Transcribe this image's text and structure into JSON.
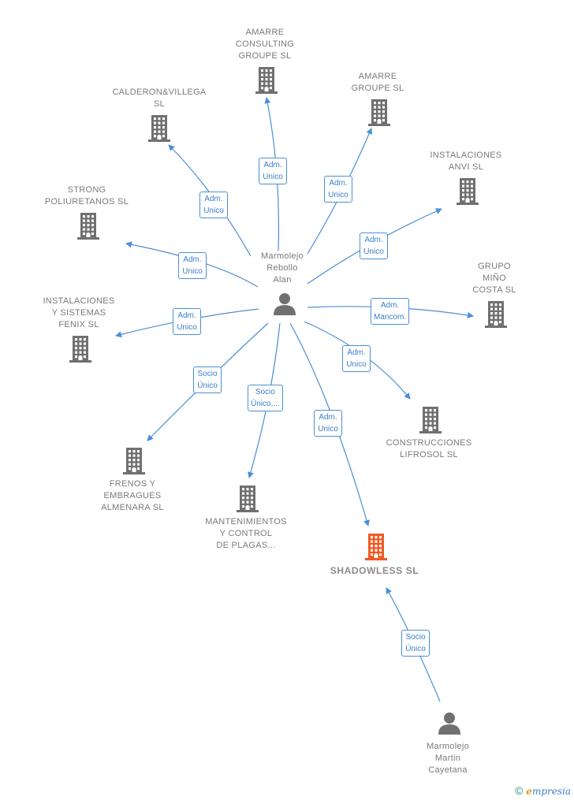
{
  "colors": {
    "edge": "#4a8fd6",
    "icon": "#707070",
    "focus_icon": "#f15a24"
  },
  "nodes": [
    {
      "id": "alan",
      "kind": "person",
      "label": "Marmolejo\nRebollo\nAlan"
    },
    {
      "id": "cayetana",
      "kind": "person",
      "label": "Marmolejo\nMartin\nCayetana"
    },
    {
      "id": "shadowless",
      "kind": "company-focus",
      "label": "SHADOWLESS SL"
    },
    {
      "id": "amarre_consulting",
      "kind": "company",
      "label": "AMARRE\nCONSULTING\nGROUPE SL"
    },
    {
      "id": "calderon",
      "kind": "company",
      "label": "CALDERON&VILLEGA\nSL"
    },
    {
      "id": "amarre_groupe",
      "kind": "company",
      "label": "AMARRE\nGROUPE  SL"
    },
    {
      "id": "instalaciones_anvi",
      "kind": "company",
      "label": "INSTALACIONES\nANVI SL"
    },
    {
      "id": "strong",
      "kind": "company",
      "label": "STRONG\nPOLIURETANOS SL"
    },
    {
      "id": "grupo_mino",
      "kind": "company",
      "label": "GRUPO\nMIÑO\nCOSTA SL"
    },
    {
      "id": "fenix",
      "kind": "company",
      "label": "INSTALACIONES\nY SISTEMAS\nFENIX  SL"
    },
    {
      "id": "lifrosol",
      "kind": "company",
      "label": "CONSTRUCCIONES\nLIFROSOL  SL"
    },
    {
      "id": "frenos",
      "kind": "company",
      "label": "FRENOS Y\nEMBRAGUES\nALMENARA SL"
    },
    {
      "id": "mantenimientos",
      "kind": "company",
      "label": "MANTENIMIENTOS\nY CONTROL\nDE PLAGAS..."
    }
  ],
  "edges": [
    {
      "from": "alan",
      "to": "amarre_consulting",
      "label": "Adm.\nUnico"
    },
    {
      "from": "alan",
      "to": "calderon",
      "label": "Adm.\nUnico"
    },
    {
      "from": "alan",
      "to": "amarre_groupe",
      "label": "Adm.\nUnico"
    },
    {
      "from": "alan",
      "to": "instalaciones_anvi",
      "label": "Adm.\nUnico"
    },
    {
      "from": "alan",
      "to": "strong",
      "label": "Adm.\nUnico"
    },
    {
      "from": "alan",
      "to": "grupo_mino",
      "label": "Adm.\nMancom."
    },
    {
      "from": "alan",
      "to": "fenix",
      "label": "Adm.\nUnico"
    },
    {
      "from": "alan",
      "to": "lifrosol",
      "label": "Adm.\nUnico"
    },
    {
      "from": "alan",
      "to": "frenos",
      "label": "Socio\nÚnico"
    },
    {
      "from": "alan",
      "to": "mantenimientos",
      "label": "Socio\nÚnico,..."
    },
    {
      "from": "alan",
      "to": "shadowless",
      "label": "Adm.\nUnico"
    },
    {
      "from": "cayetana",
      "to": "shadowless",
      "label": "Socio\nÚnico"
    }
  ],
  "footer": {
    "copyright": "©",
    "brand_e": "e",
    "brand_rest": "mpresia"
  }
}
